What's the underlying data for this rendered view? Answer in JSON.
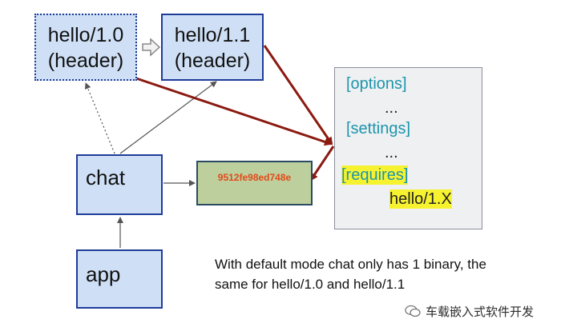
{
  "nodes": {
    "hello10": [
      "hello/1.0",
      "(header)"
    ],
    "hello11": [
      "hello/1.1",
      "(header)"
    ],
    "chat": "chat",
    "app": "app",
    "hash": "9512fe98ed748e"
  },
  "config": {
    "options": "[options]",
    "dots1": "...",
    "settings": "[settings]",
    "dots2": "...",
    "requires": "[requires]",
    "requirement": "hello/1.X"
  },
  "note": [
    "With default mode chat only has 1 binary, the",
    "same for hello/1.0 and hello/1.1"
  ],
  "watermark": {
    "icon": "wechat-icon",
    "text": "车载嵌入式软件开发"
  },
  "colors": {
    "box_fill": "#cfe0f6",
    "box_border": "#1f3c99",
    "arrow_red": "#8b1a10",
    "hash_fill": "#bccf9c",
    "highlight": "#f7f230",
    "teal": "#1d95ad"
  }
}
